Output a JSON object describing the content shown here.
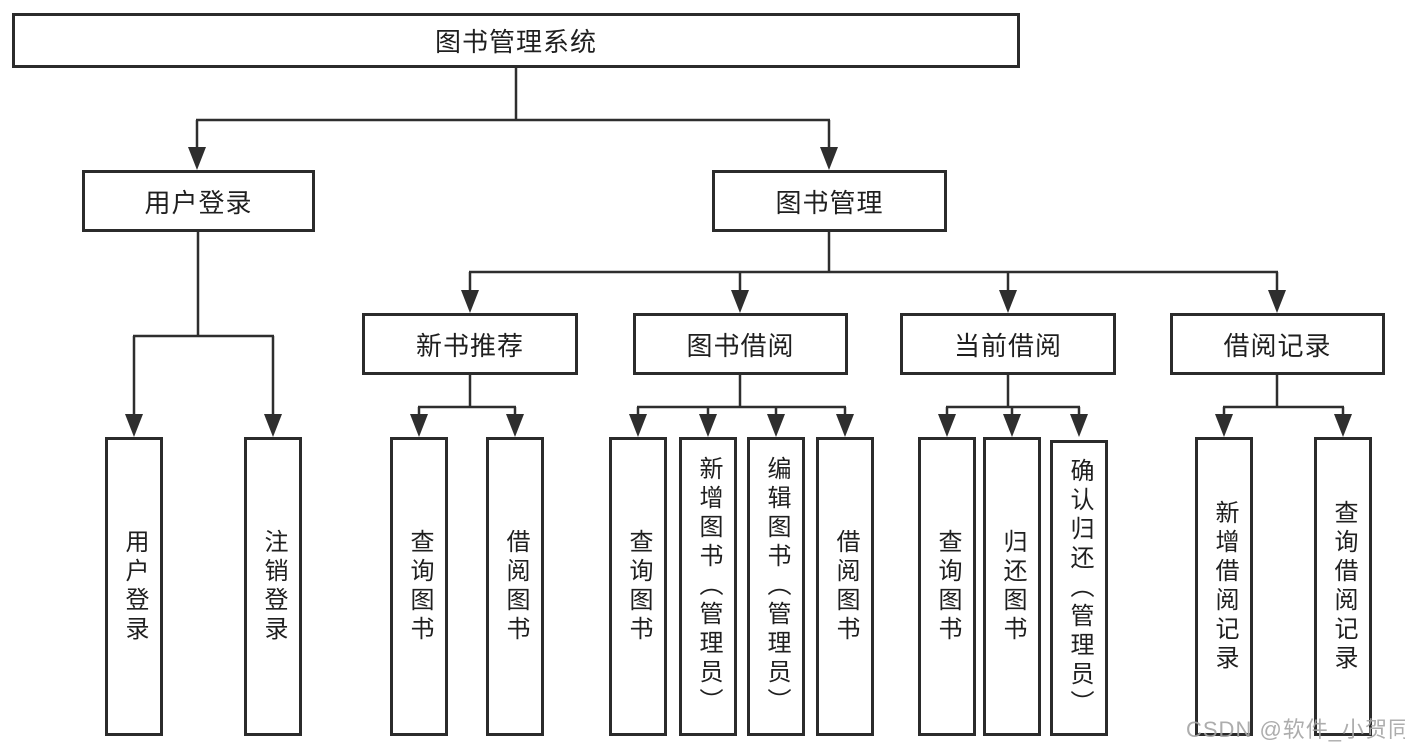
{
  "tree": {
    "root": {
      "label": "图书管理系统"
    },
    "branches": [
      {
        "label": "用户登录",
        "children": [
          {
            "label": "用户登录"
          },
          {
            "label": "注销登录"
          }
        ]
      },
      {
        "label": "图书管理",
        "sections": [
          {
            "label": "新书推荐",
            "children": [
              {
                "label": "查询图书"
              },
              {
                "label": "借阅图书"
              }
            ]
          },
          {
            "label": "图书借阅",
            "children": [
              {
                "label": "查询图书"
              },
              {
                "label": "新增图书（管理员）"
              },
              {
                "label": "编辑图书（管理员）"
              },
              {
                "label": "借阅图书"
              }
            ]
          },
          {
            "label": "当前借阅",
            "children": [
              {
                "label": "查询图书"
              },
              {
                "label": "归还图书"
              },
              {
                "label": "确认归还（管理员）"
              }
            ]
          },
          {
            "label": "借阅记录",
            "children": [
              {
                "label": "新增借阅记录"
              },
              {
                "label": "查询借阅记录"
              }
            ]
          }
        ]
      }
    ]
  },
  "watermark": {
    "text": "CSDN @软件_小贺同学"
  },
  "colors": {
    "line": "#2e2e2e",
    "box_border": "#2b2b2b",
    "text": "#1f1f1f",
    "watermark": "#a4a4a4",
    "background": "#ffffff"
  }
}
